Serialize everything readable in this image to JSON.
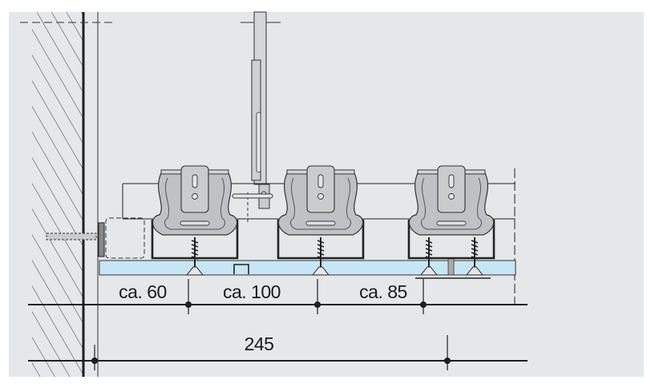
{
  "diagram": {
    "dimensions_top": [
      "ca. 60",
      "ca. 100",
      "ca. 85"
    ],
    "dimension_total": "245",
    "colors": {
      "background": "#e6e7e9",
      "board": "#c6e6f6",
      "clip": "#bfc1c4",
      "line": "#1f1f1f"
    }
  }
}
